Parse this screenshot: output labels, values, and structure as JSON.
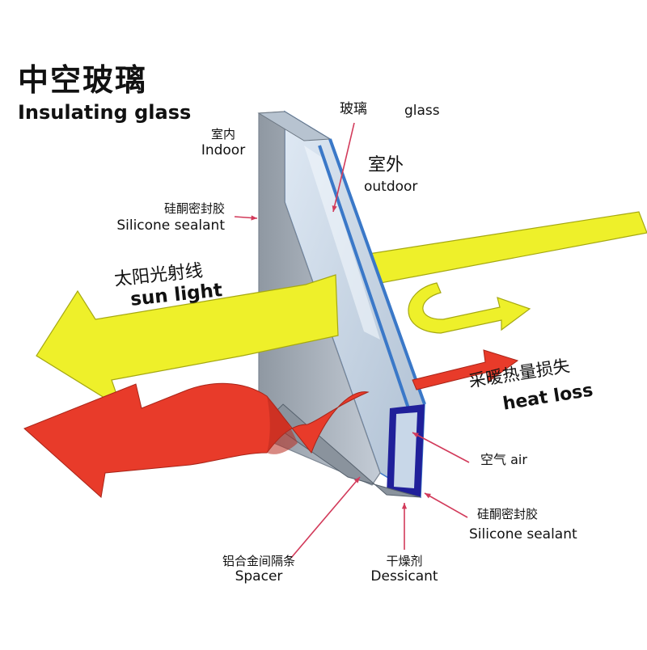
{
  "title": {
    "zh": "中空玻璃",
    "en": "Insulating glass"
  },
  "labels": {
    "glass": {
      "zh": "玻璃",
      "en": "glass"
    },
    "indoor": {
      "zh": "室内",
      "en": "Indoor"
    },
    "outdoor": {
      "zh": "室外",
      "en": "outdoor"
    },
    "sealant_top": {
      "zh": "硅酮密封胶",
      "en": "Silicone sealant"
    },
    "sunlight": {
      "zh": "太阳光射线",
      "en": "sun light"
    },
    "heatloss": {
      "zh": "采暖热量损失",
      "en": "heat loss"
    },
    "air": {
      "zh": "空气",
      "en": "air"
    },
    "sealant_bottom": {
      "zh": "硅酮密封胶",
      "en": "Silicone sealant"
    },
    "spacer": {
      "zh": "铝合金间隔条",
      "en": "Spacer"
    },
    "desiccant": {
      "zh": "干燥剂",
      "en": "Dessicant"
    }
  },
  "colors": {
    "sun_arrow": "#eef02a",
    "heat_arrow": "#e83b2a",
    "glass_pane": "#c8d7e8",
    "glass_edge": "#3a78c8",
    "spacer_frame": "#20209a",
    "pointer": "#d23a5a"
  }
}
